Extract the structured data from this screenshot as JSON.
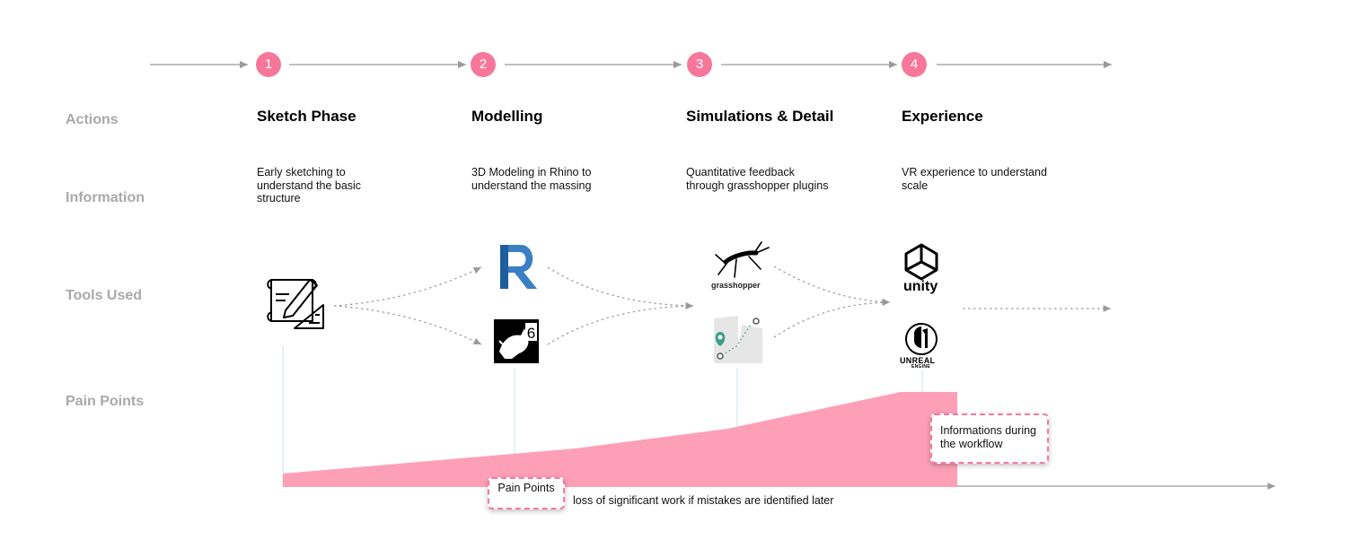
{
  "rows": {
    "actions": "Actions",
    "information": "Information",
    "tools": "Tools Used",
    "pain": "Pain Points"
  },
  "steps": [
    {
      "number": "1",
      "title": "Sketch Phase",
      "info": [
        "Early sketching to",
        "understand the basic",
        "structure"
      ]
    },
    {
      "number": "2",
      "title": "Modelling",
      "info": [
        "3D Modeling in Rhino to",
        "understand the massing"
      ]
    },
    {
      "number": "3",
      "title": "Simulations & Detail",
      "info": [
        "Quantitative feedback",
        "through grasshopper plugins"
      ]
    },
    {
      "number": "4",
      "title": "Experience",
      "info": [
        "VR experience to understand",
        "scale"
      ]
    }
  ],
  "tools": {
    "grasshopper": "grasshopper",
    "unity": "unity",
    "unreal_line1": "UNREAL",
    "unreal_line2": "ENGINE",
    "rhino_version": "6"
  },
  "callouts": {
    "pain_points": "Pain Points",
    "pain_note": "loss of significant work if mistakes are identified later",
    "informations": [
      "Informations during",
      "the workflow"
    ]
  },
  "colors": {
    "accent": "#f7779a",
    "area": "#fda0b7",
    "arrow": "#9a9a9a",
    "label": "#a9a9a9"
  }
}
